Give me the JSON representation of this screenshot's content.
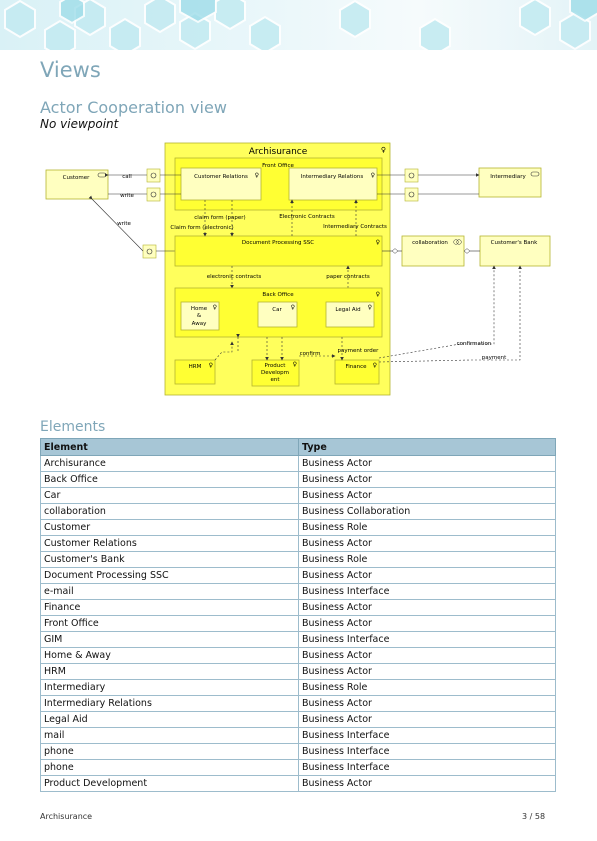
{
  "page": {
    "title": "Views",
    "view_title": "Actor Cooperation view",
    "viewpoint": "No viewpoint",
    "elements_heading": "Elements",
    "footer_left": "Archisurance",
    "footer_right": "3 / 58"
  },
  "diagram": {
    "archisurance": "Archisurance",
    "front_office": "Front Office",
    "customer_relations": "Customer Relations",
    "intermediary_relations": "Intermediary Relations",
    "customer": "Customer",
    "intermediary": "Intermediary",
    "call": "call",
    "write1": "write",
    "write2": "write",
    "claim_paper": "claim form (paper)",
    "claim_electronic": "Claim form (electronic)",
    "electronic_contracts": "Electronic Contracts",
    "intermediary_contracts": "Intermediary Contracts",
    "doc_processing": "Document Processing SSC",
    "collaboration": "collaboration",
    "customers_bank": "Customer's Bank",
    "electronic_contracts2": "electronic contracts",
    "paper_contracts": "paper contracts",
    "back_office": "Back Office",
    "home_l1": "Home",
    "home_l2": "&",
    "home_l3": "Away",
    "car": "Car",
    "legal_aid": "Legal Aid",
    "hrm": "HRM",
    "pd_l1": "Product",
    "pd_l2": "Developm",
    "pd_l3": "ent",
    "finance": "Finance",
    "confirm": "confirm",
    "payment_order": "payment order",
    "confirmation": "confirmation",
    "payment": "payment"
  },
  "table": {
    "headers": [
      "Element",
      "Type"
    ],
    "rows": [
      [
        "Archisurance",
        "Business Actor"
      ],
      [
        "Back Office",
        "Business Actor"
      ],
      [
        "Car",
        "Business Actor"
      ],
      [
        "collaboration",
        "Business Collaboration"
      ],
      [
        "Customer",
        "Business Role"
      ],
      [
        "Customer Relations",
        "Business Actor"
      ],
      [
        "Customer's Bank",
        "Business Role"
      ],
      [
        "Document Processing SSC",
        "Business Actor"
      ],
      [
        "e-mail",
        "Business Interface"
      ],
      [
        "Finance",
        "Business Actor"
      ],
      [
        "Front Office",
        "Business Actor"
      ],
      [
        "GIM",
        "Business Interface"
      ],
      [
        "Home  &  Away",
        "Business Actor"
      ],
      [
        "HRM",
        "Business Actor"
      ],
      [
        "Intermediary",
        "Business Role"
      ],
      [
        "Intermediary Relations",
        "Business Actor"
      ],
      [
        "Legal Aid",
        "Business Actor"
      ],
      [
        "mail",
        "Business Interface"
      ],
      [
        "phone",
        "Business Interface"
      ],
      [
        "phone",
        "Business Interface"
      ],
      [
        "Product Development",
        "Business Actor"
      ]
    ]
  },
  "colors": {
    "heading": "#7fa6b8",
    "actor_fill": "#ffff5c",
    "role_fill": "#ffffc0"
  }
}
